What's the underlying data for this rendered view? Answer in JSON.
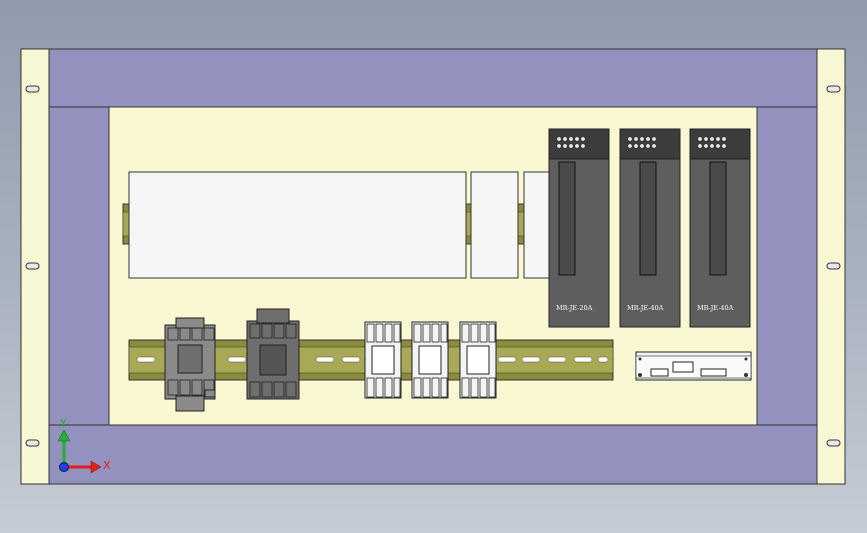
{
  "model_view": {
    "panel_colors": {
      "mounting_plate": "#faf8d2",
      "frame_bar": "#9392be",
      "rack_ear": "#f8f8d4",
      "din_rail": "#8b8b3a",
      "servo_drive": "#5e5e5e",
      "drive_top": "#3c3c3c"
    },
    "servo_drives": [
      {
        "model": "MR-JE-20A"
      },
      {
        "model": "MR-JE-40A"
      },
      {
        "model": "MR-JE-40A"
      }
    ],
    "din_rail_components": [
      {
        "type": "contactor",
        "color": "#8a8a8a"
      },
      {
        "type": "contactor",
        "color": "#6e6e6e"
      },
      {
        "type": "relay"
      },
      {
        "type": "relay"
      },
      {
        "type": "relay"
      }
    ],
    "triad": {
      "x_label": "X",
      "y_label": "Y",
      "x_color": "#e02020",
      "y_color": "#20b030",
      "z_color": "#2040e0"
    }
  }
}
